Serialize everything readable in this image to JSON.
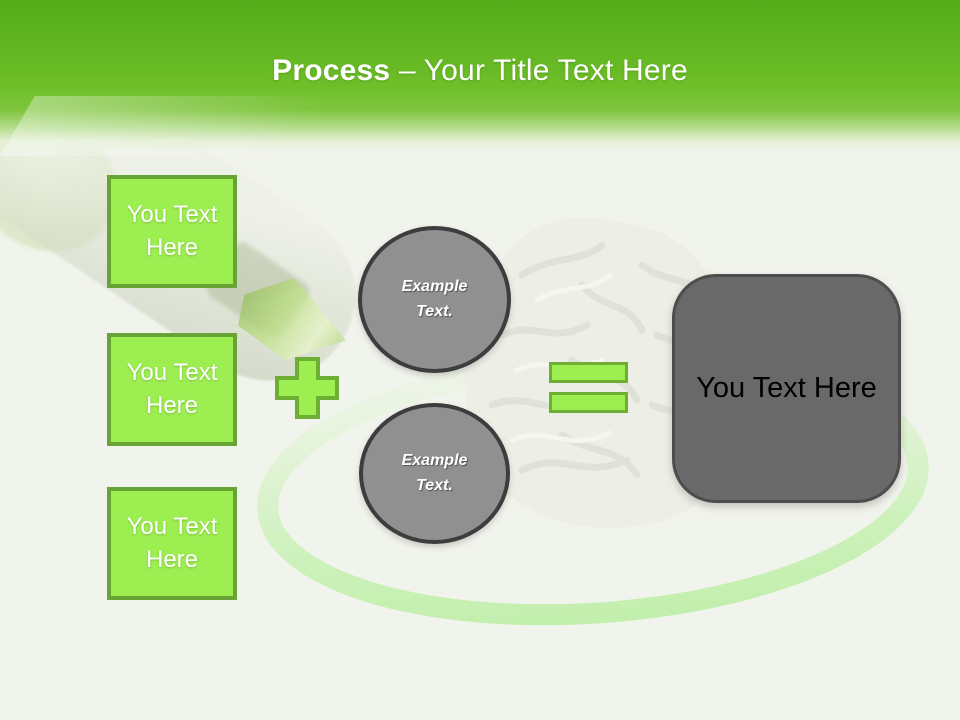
{
  "header": {
    "title_emphasis": "Process",
    "title_rest": " – Your Title Text Here"
  },
  "input_boxes": [
    {
      "label": "You Text Here"
    },
    {
      "label": "You Text Here"
    },
    {
      "label": "You Text Here"
    }
  ],
  "example_circles": [
    {
      "label": "Example Text."
    },
    {
      "label": "Example Text."
    }
  ],
  "result_box": {
    "label": "You Text Here"
  },
  "decorations": {
    "plus_icon": "plus-operator",
    "equals_icon": "equals-operator",
    "marker_art": "highlighter-marker",
    "brain_art": "brain-illustration",
    "ring_art": "green-ellipse-ring"
  },
  "colors": {
    "header_green_top": "#54ac19",
    "header_green_mid": "#6fbf29",
    "shape_green_fill": "#9def51",
    "shape_green_border": "#68a335",
    "circle_gray_fill": "#909090",
    "circle_gray_border": "#3d3d3d",
    "result_box_fill": "#696969",
    "result_box_border": "#4d4d4d",
    "ring_green": "#c9f1b6",
    "title_text": "#ffffff"
  }
}
